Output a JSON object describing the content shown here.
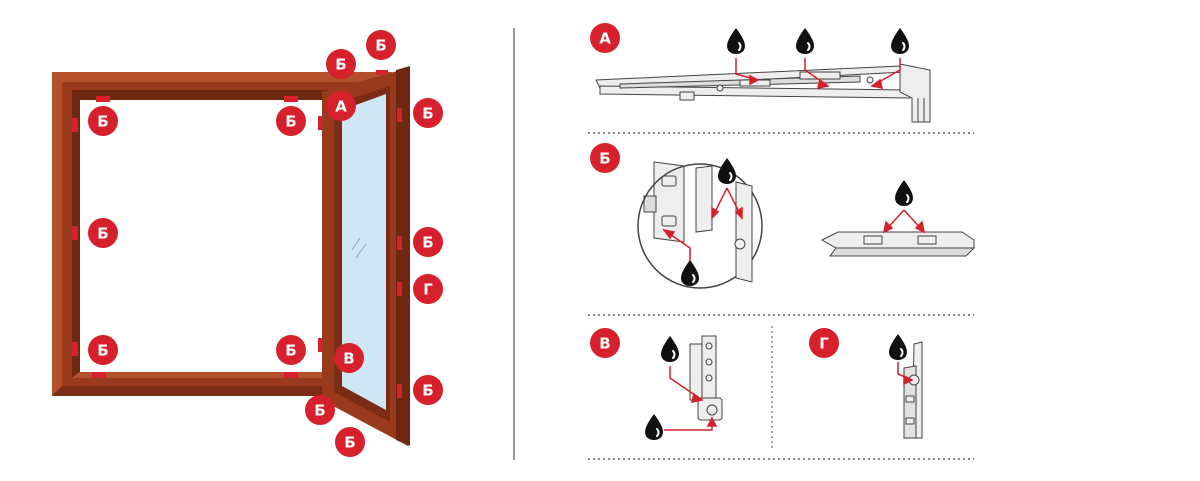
{
  "colors": {
    "badge": "#d6202c",
    "frame_wood": "#9a3a1c",
    "frame_wood_dark": "#6e2812",
    "frame_wood_light": "#b5502c",
    "glass": "#cfe6f5",
    "hardware_stroke": "#444444",
    "hardware_fill": "#eeeeee",
    "oil_drop": "#111111",
    "arrow_red": "#d6202c",
    "divider": "#999999"
  },
  "icons": {
    "badge": "red-circle-letter-badge",
    "drop": "oil-drop-icon"
  },
  "window_labels": [
    {
      "id": "b-top-right-1",
      "letter": "Б"
    },
    {
      "id": "b-top-right-2",
      "letter": "Б"
    },
    {
      "id": "a-top",
      "letter": "А"
    },
    {
      "id": "b-frame-top-left",
      "letter": "Б"
    },
    {
      "id": "b-frame-top-right",
      "letter": "Б"
    },
    {
      "id": "b-sash-top",
      "letter": "Б"
    },
    {
      "id": "b-frame-mid-left",
      "letter": "Б"
    },
    {
      "id": "b-sash-mid",
      "letter": "Б"
    },
    {
      "id": "g-sash-mid",
      "letter": "Г"
    },
    {
      "id": "b-frame-bottom-left",
      "letter": "Б"
    },
    {
      "id": "b-frame-bottom-right",
      "letter": "Б"
    },
    {
      "id": "v-bottom",
      "letter": "В"
    },
    {
      "id": "b-sash-bottom",
      "letter": "Б"
    },
    {
      "id": "b-bottom-1",
      "letter": "Б"
    },
    {
      "id": "b-bottom-2",
      "letter": "Б"
    }
  ],
  "detail_panels": [
    {
      "id": "panel-a",
      "letter": "А"
    },
    {
      "id": "panel-b",
      "letter": "Б"
    },
    {
      "id": "panel-v",
      "letter": "В"
    },
    {
      "id": "panel-g",
      "letter": "Г"
    }
  ]
}
